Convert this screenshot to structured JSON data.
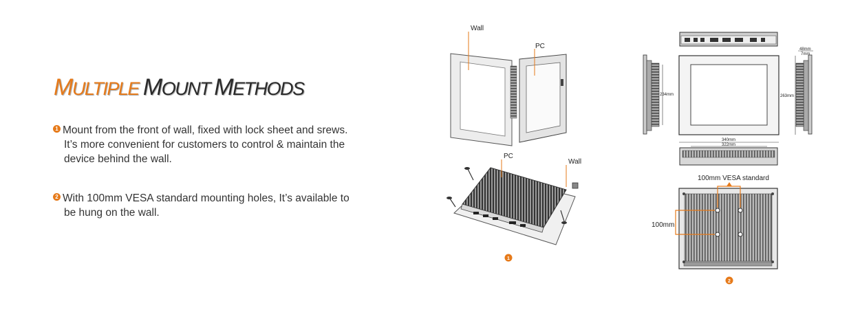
{
  "title": {
    "word1": "Multiple",
    "word2": "Mount Methods"
  },
  "bullets": [
    {
      "number": "1",
      "line1": "Mount from the front of wall, fixed with lock sheet and srews.",
      "line2": "It’s more convenient for customers to control & maintain the",
      "line3": "device behind the wall."
    },
    {
      "number": "2",
      "line1": "With 100mm VESA standard mounting holes, It’s available to",
      "line2": "be hung on the wall."
    }
  ],
  "diagram1": {
    "label_wall_top": "Wall",
    "label_pc_top": "PC",
    "label_pc_bottom": "PC",
    "label_wall_bottom": "Wall",
    "marker": "1"
  },
  "diagram2": {
    "dim_height_inner": "234mm",
    "dim_height_outer": "263mm",
    "dim_width_outer": "340mm",
    "dim_width_inner": "322mm",
    "dim_depth": "48mm",
    "dim_depth2": "7mm",
    "vesa_label": "100mm VESA standard",
    "vesa_side": "100mm",
    "marker": "2"
  },
  "colors": {
    "accent": "#e67a1a",
    "text": "#333333"
  }
}
